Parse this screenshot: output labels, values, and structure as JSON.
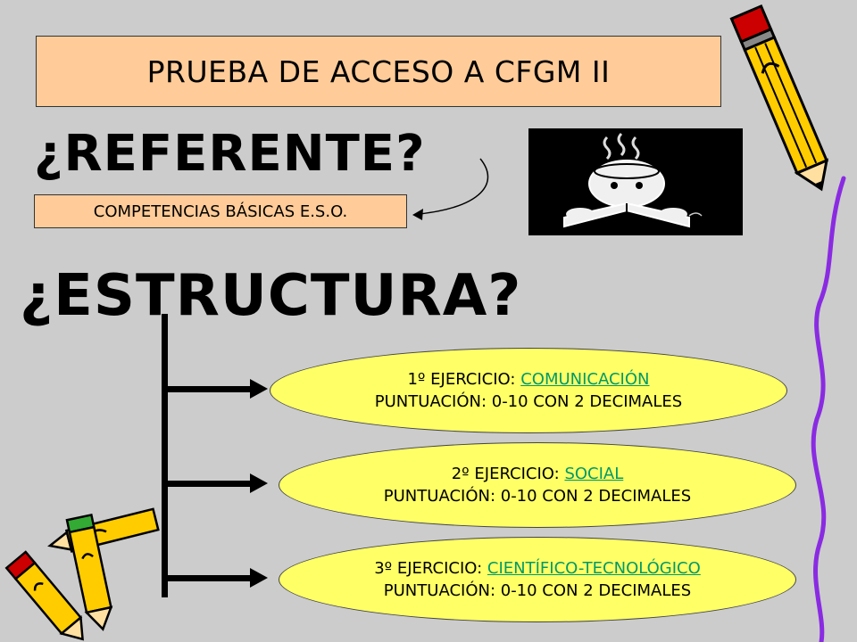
{
  "title": "PRUEBA DE ACCESO A CFGM II",
  "referente": {
    "heading": "¿REFERENTE?",
    "answer": "COMPETENCIAS BÁSICAS E.S.O."
  },
  "estructura": {
    "heading": "¿ESTRUCTURA?",
    "ejercicios": [
      {
        "prefix": "1º EJERCICIO: ",
        "subject": "COMUNICACIÓN",
        "score": "PUNTUACIÓN: 0-10 CON 2 DECIMALES"
      },
      {
        "prefix": "2º EJERCICIO: ",
        "subject": "SOCIAL",
        "score": "PUNTUACIÓN: 0-10 CON 2 DECIMALES"
      },
      {
        "prefix": "3º EJERCICIO: ",
        "subject": "CIENTÍFICO-TECNOLÓGICO",
        "score": "PUNTUACIÓN: 0-10 CON 2 DECIMALES"
      }
    ]
  },
  "colors": {
    "background": "#cccccc",
    "box": "#ffcc99",
    "ellipse": "#ffff66",
    "link": "#009966",
    "pencil_body": "#ffcc00",
    "pencil_tip": "#cc0000"
  },
  "icons": [
    "pencil-icon",
    "reading-figure-clipart",
    "curved-arrow-icon"
  ]
}
